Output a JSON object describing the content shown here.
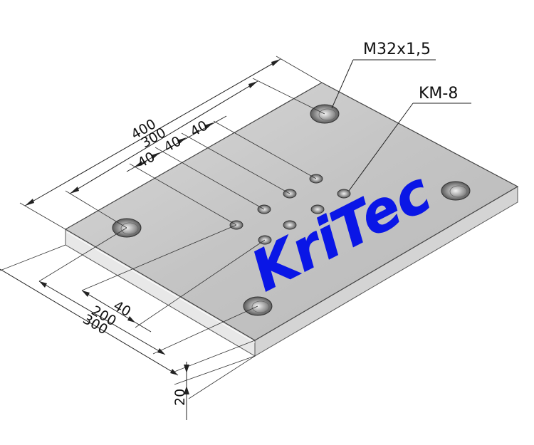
{
  "callouts": {
    "thread_large": "M32x1,5",
    "thread_small": "KM-8"
  },
  "dimensions": {
    "top_400": "400",
    "top_300": "300",
    "top_40a": "40",
    "top_40b": "40",
    "top_40c": "40",
    "side_40": "40",
    "side_200": "200",
    "side_300": "300",
    "thickness_20": "20"
  },
  "logo": "KriTec",
  "colors": {
    "logo": "#0a16e6",
    "plate_top": "#c9c9c9",
    "plate_edge": "#e6e6e6"
  }
}
